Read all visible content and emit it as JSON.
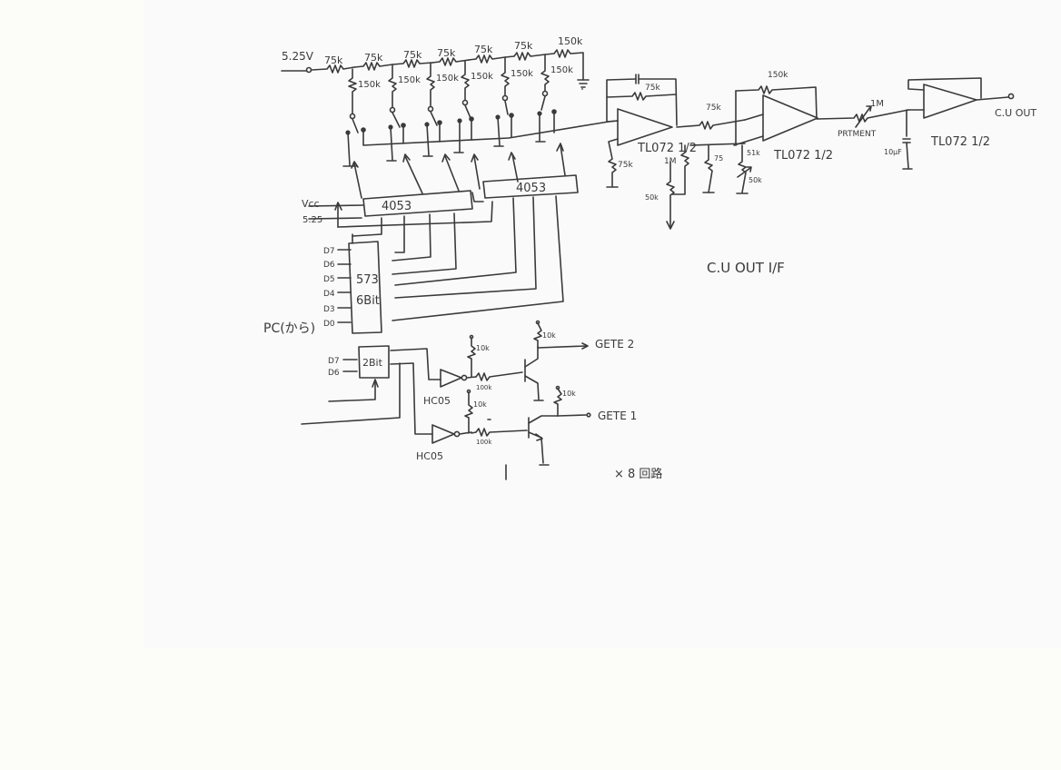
{
  "document": {
    "type": "hand-drawn schematic",
    "title_note": "C.U OUT I/F",
    "footnote": "× 8 回路"
  },
  "ladder": {
    "input_label": "5.25V",
    "series_resistors": [
      "75k",
      "75k",
      "75k",
      "75k",
      "75k",
      "75k",
      "150k"
    ],
    "shunt_resistors": [
      "150k",
      "150k",
      "150k",
      "150k",
      "150k",
      "150k"
    ],
    "ground_symbol": "ground"
  },
  "muxes": [
    {
      "label": "4053"
    },
    {
      "label": "4053"
    }
  ],
  "power": {
    "vcc": "Vcc",
    "rail": "5.25"
  },
  "latch": {
    "label_line1": "573",
    "label_line2": "6Bit",
    "inputs": [
      "D7",
      "D6",
      "D5",
      "D4",
      "D3",
      "D0"
    ],
    "source_label": "PC(から)"
  },
  "latch2": {
    "label": "2Bit",
    "inputs": [
      "D7",
      "D6"
    ]
  },
  "gate_section": {
    "inverters": [
      "HC05",
      "HC05"
    ],
    "pullups": [
      "10k",
      "10k"
    ],
    "base_resistors": [
      "100k",
      "100k"
    ],
    "collector_resistors": [
      "10k",
      "10k"
    ],
    "outputs": [
      "GETE 2",
      "GETE 1"
    ]
  },
  "opamp1": {
    "label": "TL072 1/2",
    "feedback_resistor": "75k",
    "input_to_ground": "75k"
  },
  "offset_network": {
    "r1": "1M",
    "pot1": "50k",
    "r2": "75",
    "r3": "51k",
    "pot2": "50k"
  },
  "opamp2": {
    "label": "TL072 1/2",
    "input_resistor": "75k",
    "feedback_resistor": "150k"
  },
  "portamento": {
    "label": "PRTMENT",
    "pot": "1M",
    "cap": "10μF"
  },
  "opamp3": {
    "label": "TL072 1/2",
    "output_label": "C.U OUT"
  }
}
